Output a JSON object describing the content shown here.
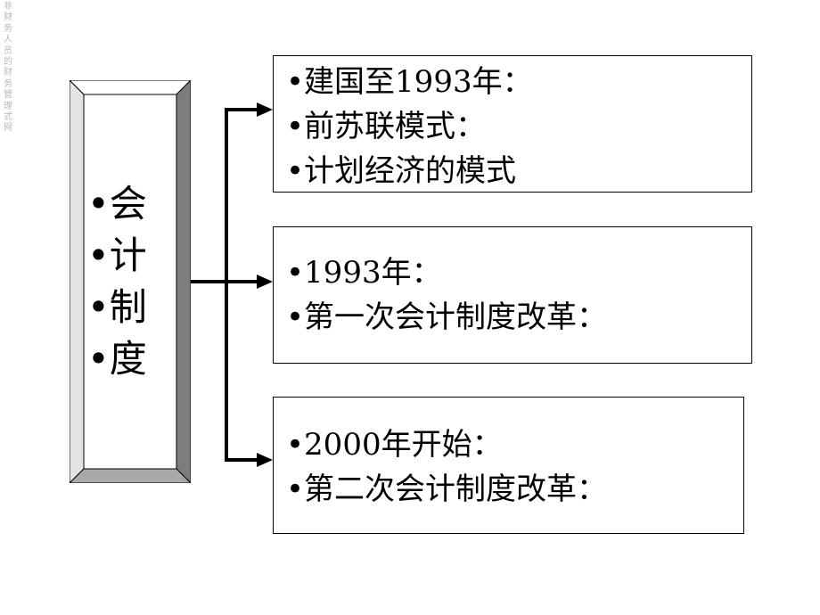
{
  "watermark": "非财务人员的财务管理式网",
  "left_panel": {
    "lines": [
      "•会",
      "•计",
      "•制",
      "•度"
    ]
  },
  "boxes": [
    {
      "lines": [
        "•建国至1993年：",
        "•前苏联模式：",
        "•计划经济的模式"
      ]
    },
    {
      "lines": [
        "•1993年：",
        "•第一次会计制度改革："
      ]
    },
    {
      "lines": [
        "•2000年开始：",
        "•第二次会计制度改革："
      ]
    }
  ],
  "colors": {
    "bevel_top": "#ffffff",
    "bevel_left": "#e4e4e4",
    "bevel_right": "#7d7d7d",
    "bevel_bottom": "#a9a9a9",
    "line": "#000000"
  }
}
